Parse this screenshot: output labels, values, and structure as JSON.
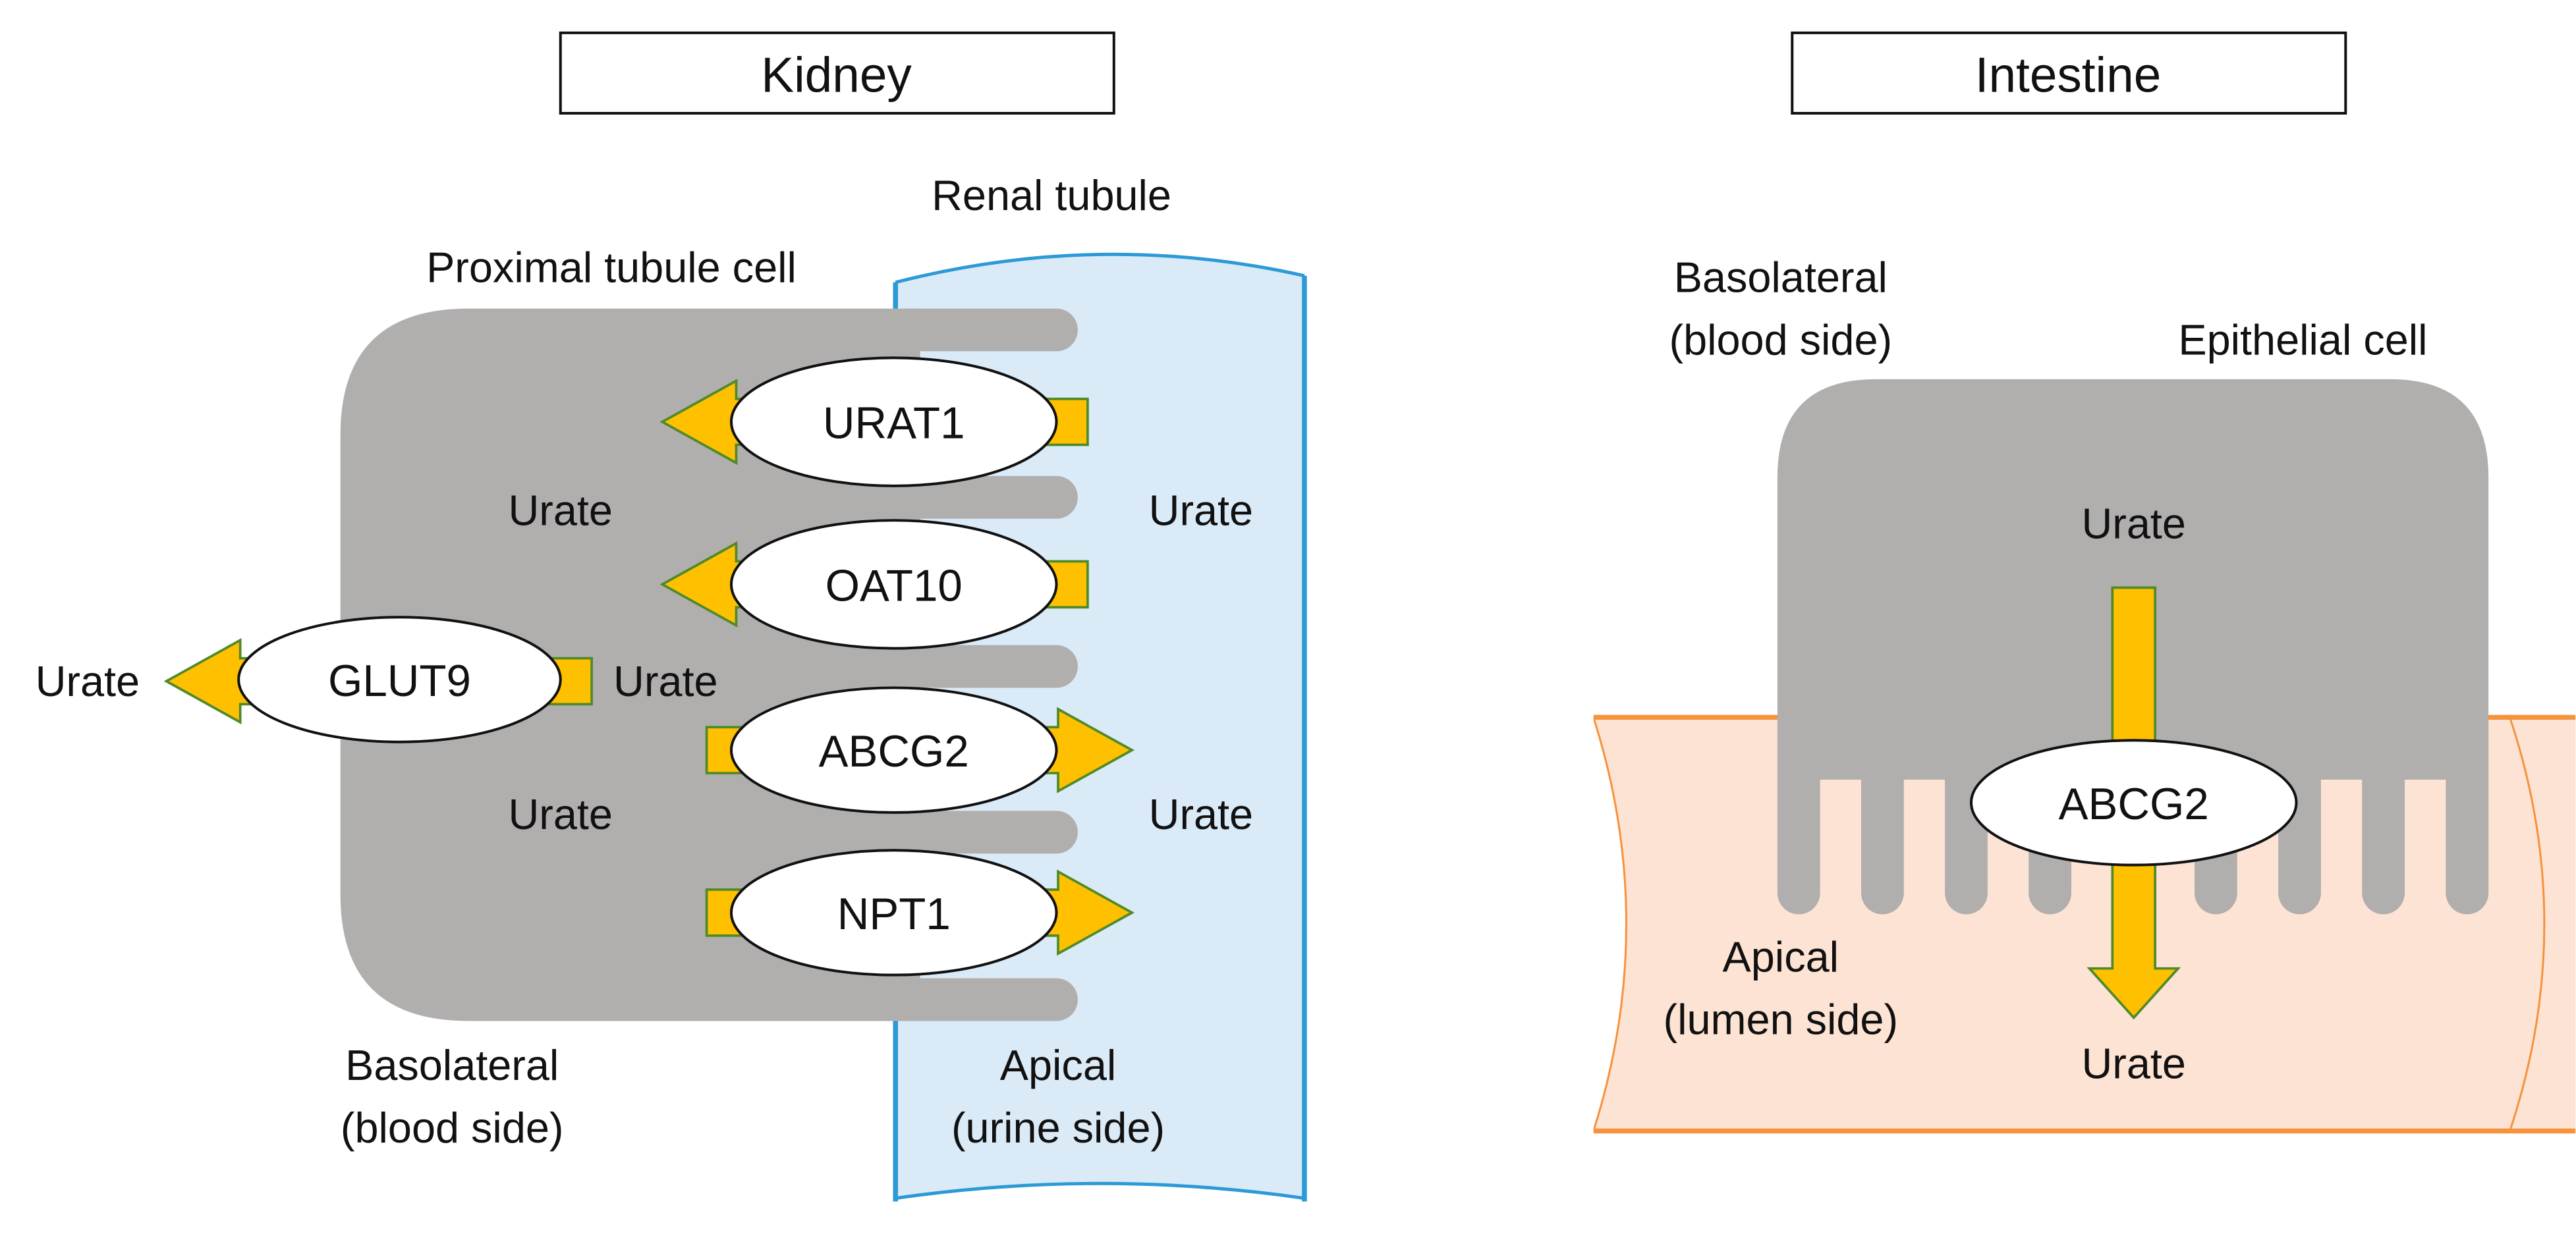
{
  "colors": {
    "cell_gray": "#b1aeae",
    "tubule_fill": "#daeaf7",
    "tubule_stroke": "#2b9ad6",
    "intestine_fill": "#fde3d3",
    "intestine_stroke": "#f6913c",
    "arrow_fill": "#ffc000",
    "arrow_stroke": "#4f8a2a",
    "transporter_fill": "#ffffff",
    "text": "#111111"
  },
  "kidney": {
    "title": "Kidney",
    "renal_tubule_label": "Renal tubule",
    "cell_label": "Proximal tubule cell",
    "urate_cell_upper": "Urate",
    "urate_cell_lower": "Urate",
    "urate_lumen_upper": "Urate",
    "urate_lumen_lower": "Urate",
    "urate_glut9_inner": "Urate",
    "urate_blood": "Urate",
    "basolateral_line1": "Basolateral",
    "basolateral_line2": "(blood side)",
    "apical_line1": "Apical",
    "apical_line2": "(urine side)",
    "transporters": [
      {
        "name": "URAT1",
        "direction": "into-cell"
      },
      {
        "name": "OAT10",
        "direction": "into-cell"
      },
      {
        "name": "GLUT9",
        "direction": "to-blood"
      },
      {
        "name": "ABCG2",
        "direction": "to-urine"
      },
      {
        "name": "NPT1",
        "direction": "to-urine"
      }
    ]
  },
  "intestine": {
    "title": "Intestine",
    "basolateral_line1": "Basolateral",
    "basolateral_line2": "(blood side)",
    "cell_label": "Epithelial cell",
    "urate_top": "Urate",
    "transporter": {
      "name": "ABCG2",
      "direction": "to-lumen"
    },
    "apical_line1": "Apical",
    "apical_line2": "(lumen side)",
    "urate_bottom": "Urate"
  }
}
